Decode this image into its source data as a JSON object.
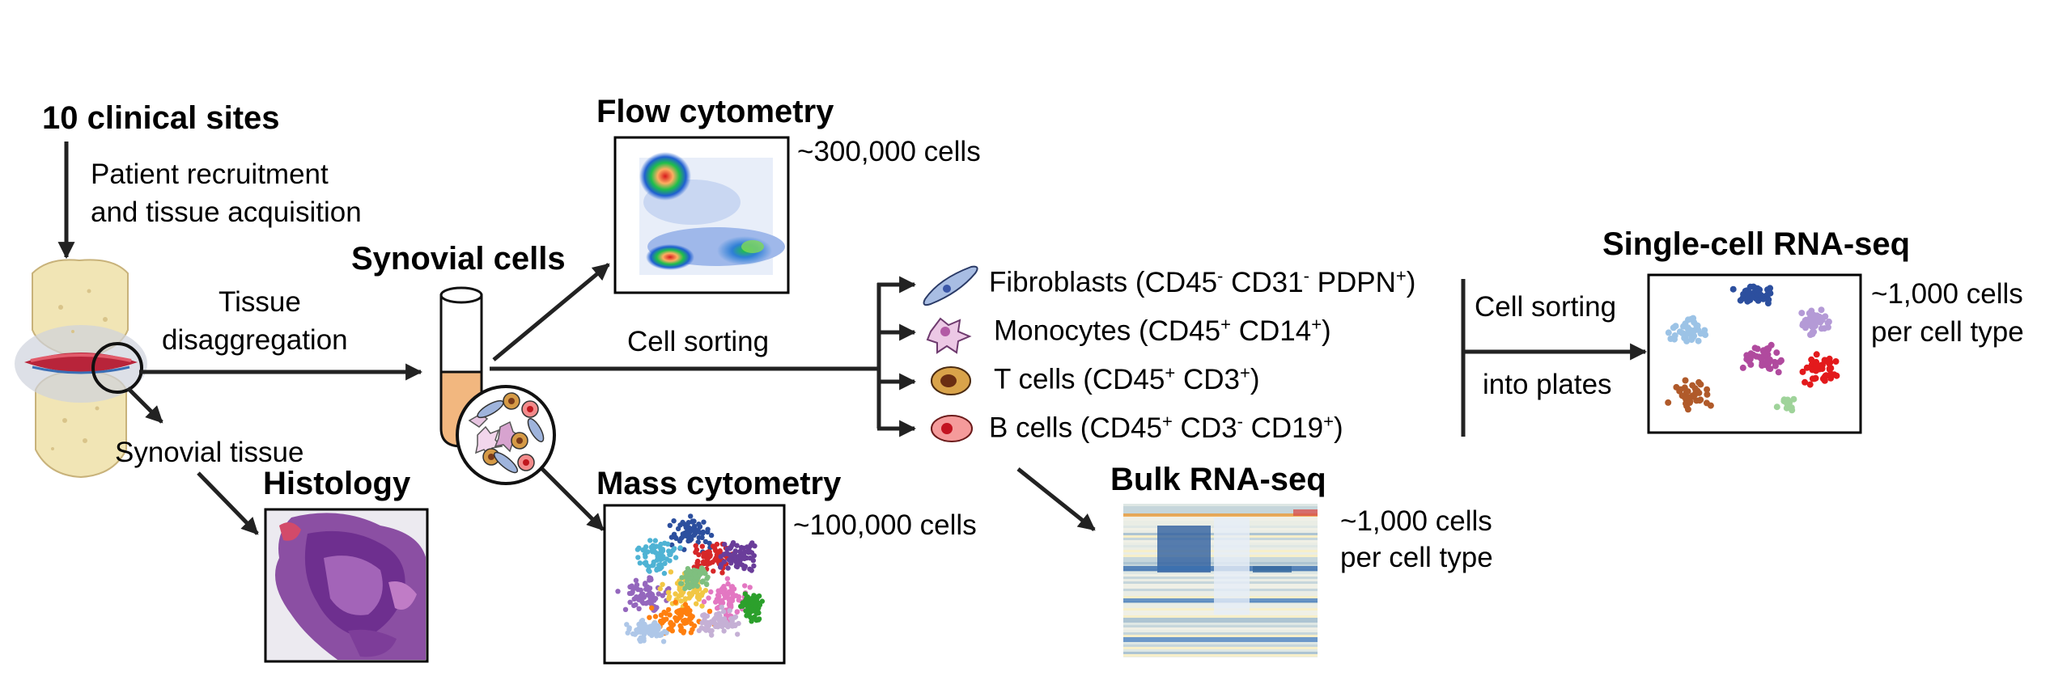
{
  "sources": {
    "title": "10 clinical sites",
    "recruitment_line1": "Patient recruitment",
    "recruitment_line2": "and tissue acquisition"
  },
  "tissue": {
    "disaggregation_line1": "Tissue",
    "disaggregation_line2": "disaggregation",
    "synovial_tissue_label": "Synovial tissue",
    "histology_title": "Histology"
  },
  "synovial_cells": {
    "title": "Synovial cells"
  },
  "flow": {
    "title": "Flow cytometry",
    "count": "~300,000 cells"
  },
  "mass": {
    "title": "Mass cytometry",
    "count": "~100,000 cells"
  },
  "sorting": {
    "label": "Cell sorting",
    "cell_types": [
      {
        "name": "Fibroblasts",
        "markers": [
          [
            "CD45",
            "-"
          ],
          [
            "CD31",
            "-"
          ],
          [
            "PDPN",
            "+"
          ]
        ],
        "color": "#8ea7d6"
      },
      {
        "name": "Monocytes",
        "markers": [
          [
            "CD45",
            "+"
          ],
          [
            "CD14",
            "+"
          ]
        ],
        "color": "#e5b8dd"
      },
      {
        "name": "T cells",
        "markers": [
          [
            "CD45",
            "+"
          ],
          [
            "CD3",
            "+"
          ]
        ],
        "color": "#d9a34a"
      },
      {
        "name": "B cells",
        "markers": [
          [
            "CD45",
            "+"
          ],
          [
            "CD3",
            "-"
          ],
          [
            "CD19",
            "+"
          ]
        ],
        "color": "#f08a8a"
      }
    ]
  },
  "plates": {
    "line1": "Cell sorting",
    "line2": "into plates"
  },
  "bulk": {
    "title": "Bulk RNA-seq",
    "count_line1": "~1,000 cells",
    "count_line2": "per cell type"
  },
  "single_cell": {
    "title": "Single-cell RNA-seq",
    "count_line1": "~1,000 cells",
    "count_line2": "per cell type"
  }
}
